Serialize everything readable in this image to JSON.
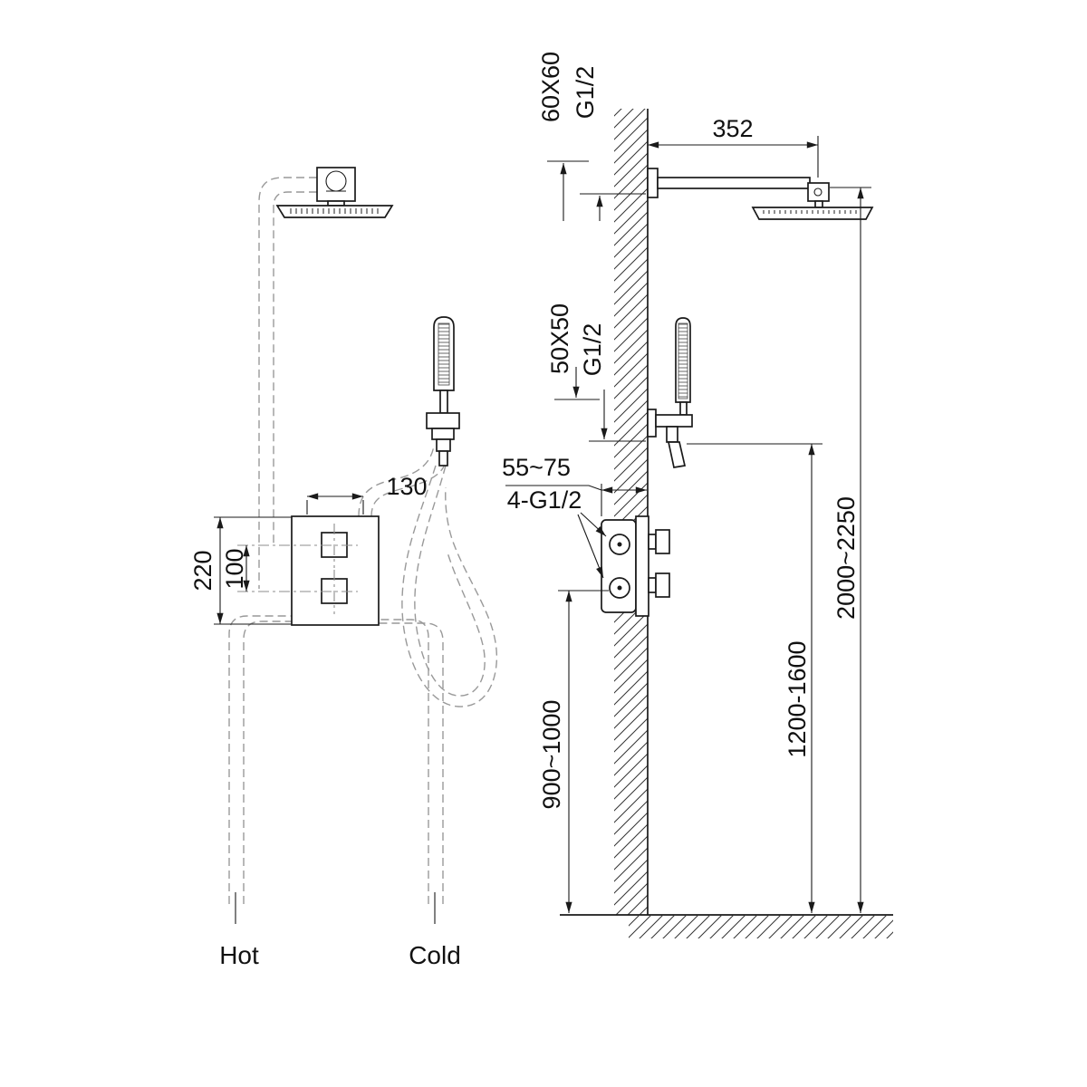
{
  "colors": {
    "line": "#1a1a1a",
    "dashed_line": "#999999",
    "hatch": "#333333",
    "text": "#111111",
    "background": "#ffffff"
  },
  "front_view": {
    "dim_mixer_width": "130",
    "dim_mixer_height": "220",
    "dim_handle_spacing": "100",
    "label_hot": "Hot",
    "label_cold": "Cold"
  },
  "side_view": {
    "dim_arm_length": "352",
    "label_head_escutcheon": "60X60",
    "label_head_thread": "G1/2",
    "label_bracket_escutcheon": "50X50",
    "label_bracket_thread": "G1/2",
    "dim_valve_recess_depth": "55~75",
    "label_valve_connections": "4-G1/2",
    "dim_valve_height": "900~1000",
    "dim_hand_shower_height": "1200-1600",
    "dim_shower_head_height": "2000~2250"
  }
}
